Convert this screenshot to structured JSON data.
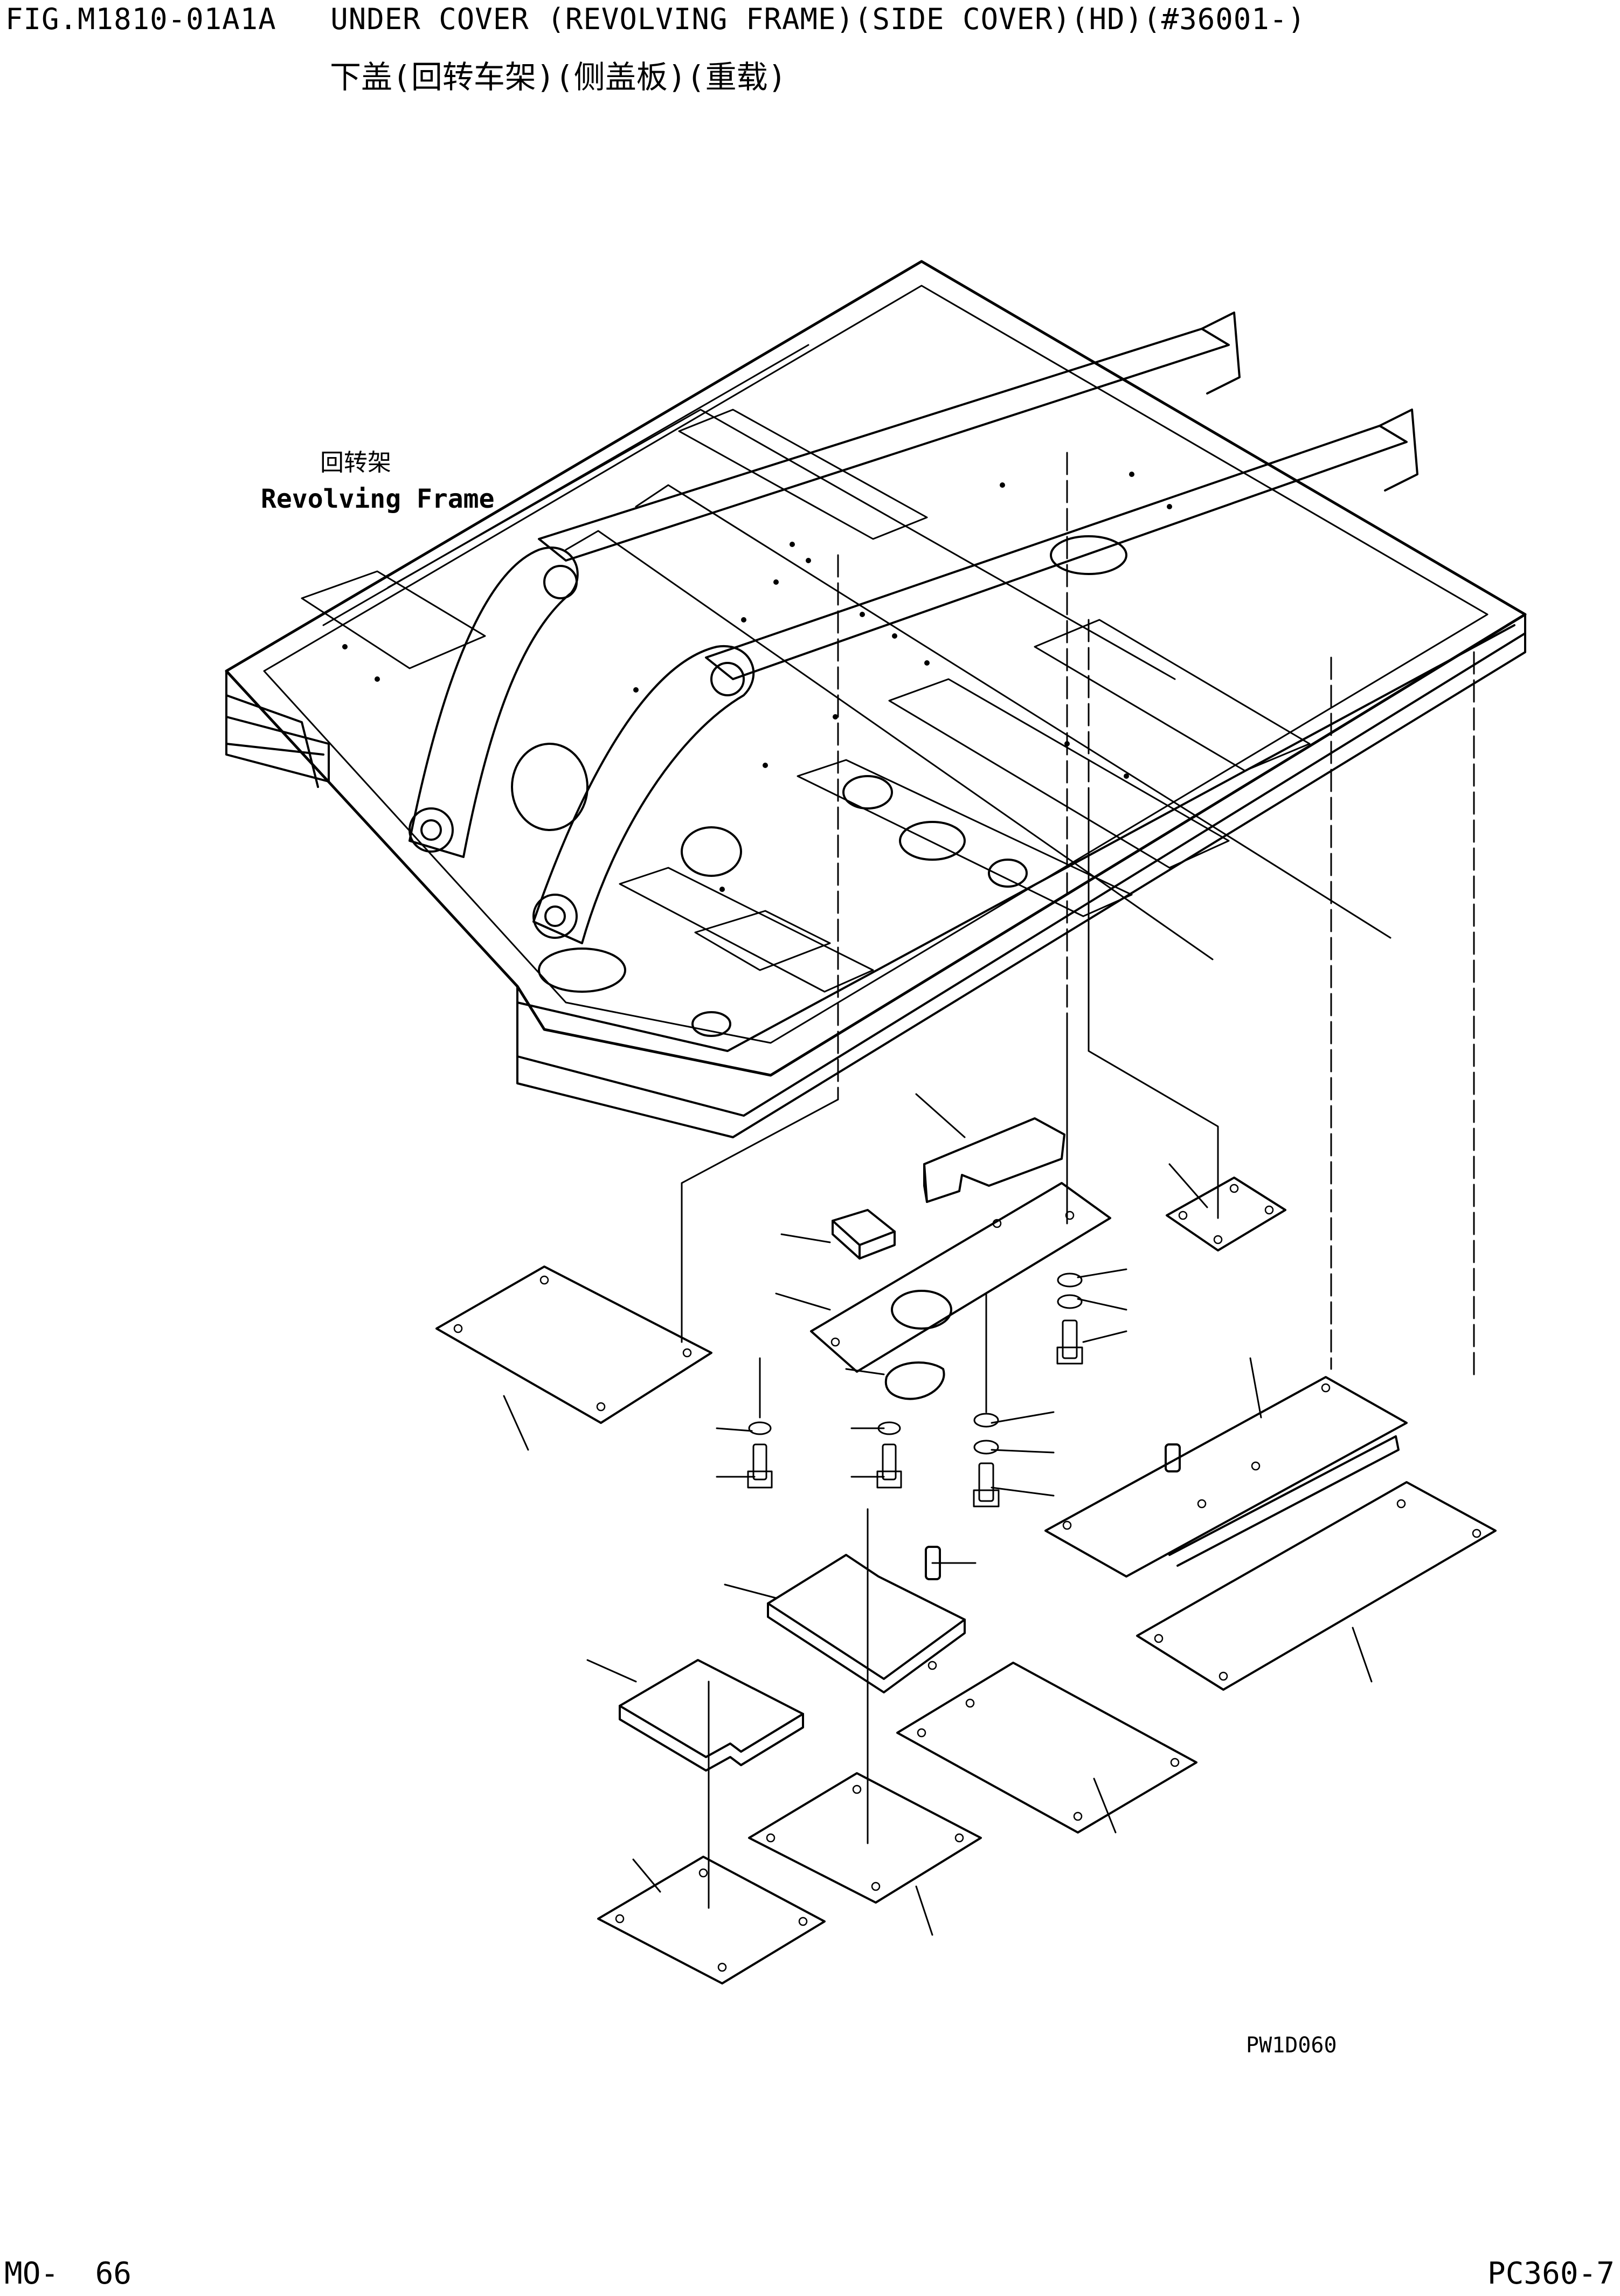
{
  "header": {
    "title": "FIG.M1810-01A1A   UNDER COVER (REVOLVING FRAME)(SIDE COVER)(HD)(#36001-)",
    "subtitle": "下盖(回转车架)(侧盖板)(重载)"
  },
  "frame_label": {
    "cn": "回转架",
    "en": "Revolving Frame"
  },
  "drawing_code": "PW1D060",
  "footer": {
    "page": "MO-  66",
    "model": "PC360-7"
  }
}
